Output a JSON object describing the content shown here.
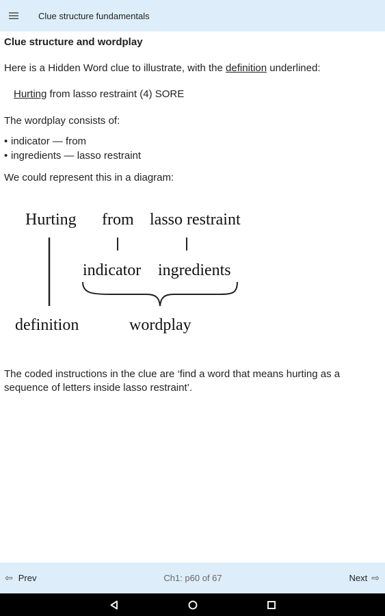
{
  "header": {
    "title": "Clue structure fundamentals",
    "menu_icon": "hamburger-menu-icon"
  },
  "main": {
    "heading": "Clue structure and wordplay",
    "intro_prefix": "Here is a Hidden Word clue to illustrate, with the ",
    "intro_link": "definition",
    "intro_suffix": " underlined:",
    "clue_definition": "Hurting",
    "clue_rest": " from lasso restraint (4) SORE",
    "wordplay_intro": "The wordplay consists of:",
    "list_items": [
      "indicator — from",
      "ingredients — lasso restraint"
    ],
    "diagram_intro": "We could represent this in a diagram:",
    "explanation": "The coded instructions in the clue are ‘find a word that means hurting as a sequence of letters inside lasso restraint’."
  },
  "diagram": {
    "word_definition": "Hurting",
    "word_indicator": "from",
    "word_ingredients": "lasso restraint",
    "label_indicator": "indicator",
    "label_ingredients": "ingredients",
    "label_definition": "definition",
    "label_wordplay": "wordplay"
  },
  "footer": {
    "prev_label": "Prev",
    "next_label": "Next",
    "page_info": "Ch1: p60 of 67",
    "prev_icon": "arrow-left-icon",
    "next_icon": "arrow-right-icon"
  },
  "system_nav": {
    "back_icon": "back-triangle-icon",
    "home_icon": "home-circle-icon",
    "recents_icon": "recents-square-icon"
  }
}
